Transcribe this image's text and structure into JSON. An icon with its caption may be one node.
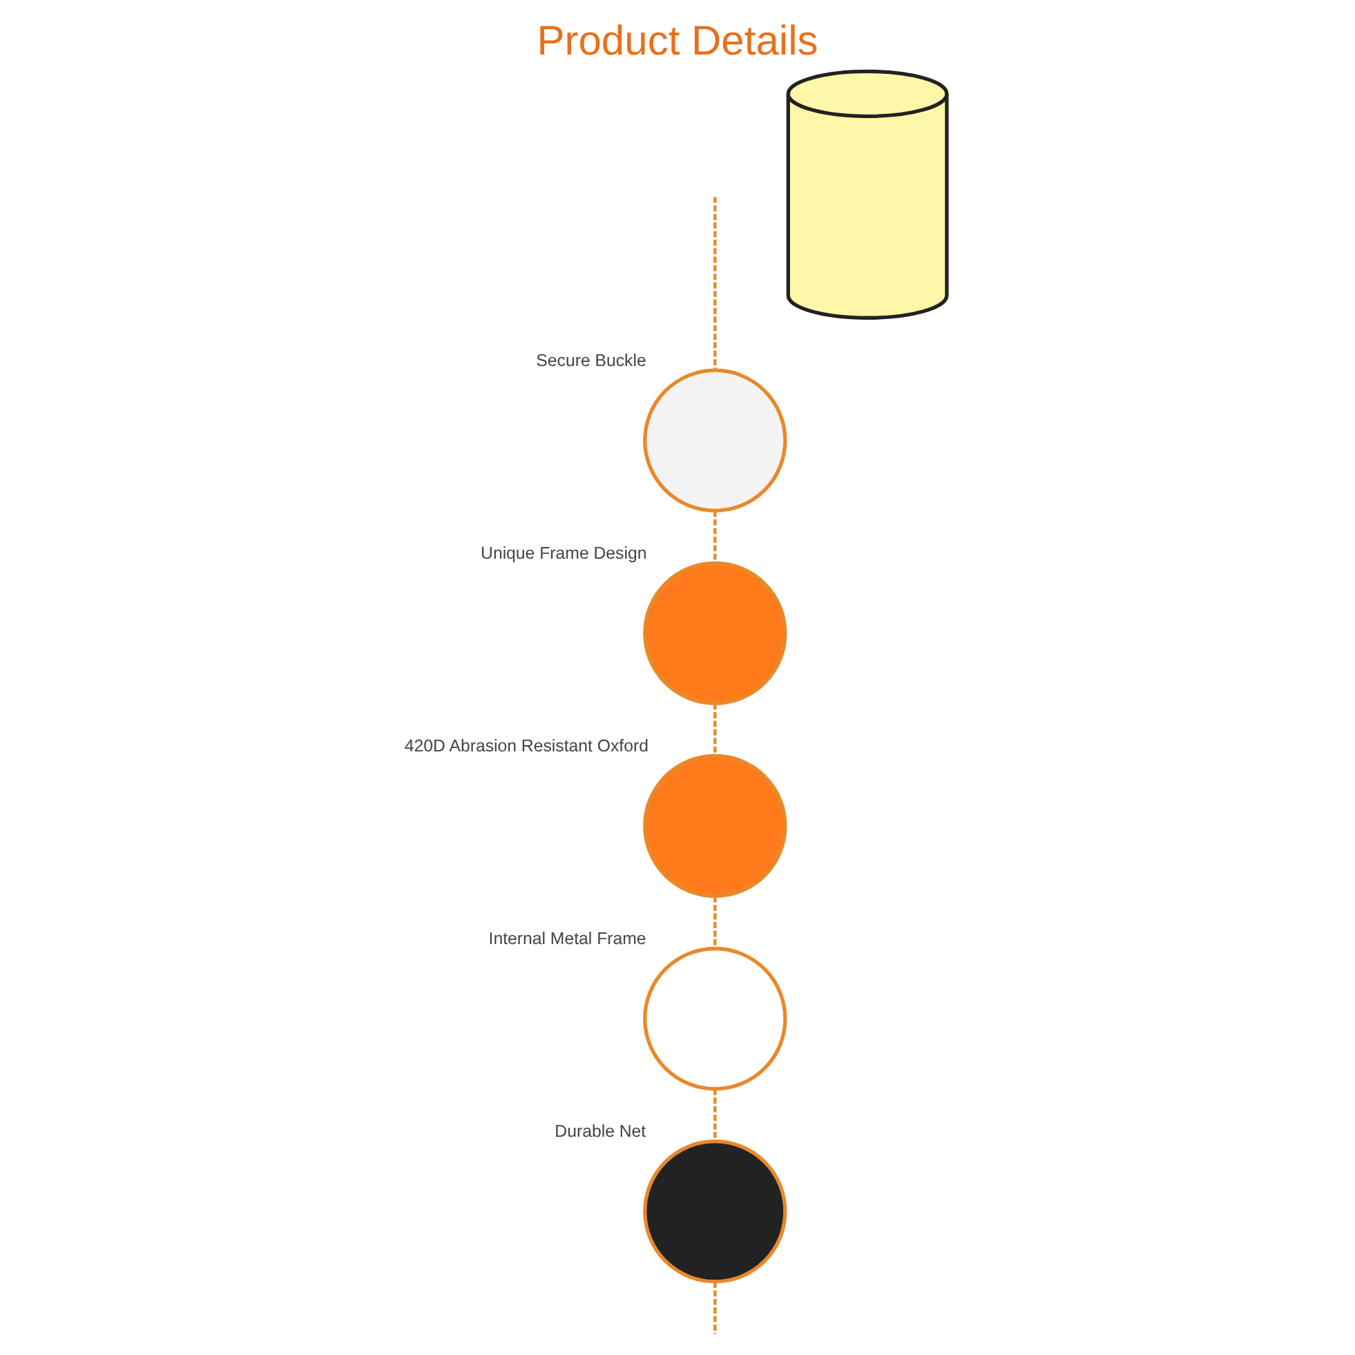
{
  "diagram": {
    "title": "Product Details",
    "nodes": [
      {
        "text": [],
        "shape": "circle",
        "beside": [
          "Secure Buckle"
        ]
      },
      {
        "text": [],
        "shape": "circle",
        "beside": [
          "Unique Frame Design"
        ]
      },
      {
        "text": [],
        "shape": "circle",
        "beside": [
          "420D Abrasion Resistant Oxford"
        ]
      },
      {
        "text": [],
        "shape": "circle",
        "beside": [
          "Internal Metal Frame"
        ]
      },
      {
        "text": [],
        "shape": "circle",
        "beside": [
          "Durable Net"
        ]
      },
      {
        "text": [],
        "shape": "cylinder"
      }
    ],
    "edges": [
      {
        "from": null,
        "to": 0,
        "arrow": "none",
        "style": "dashed"
      },
      {
        "from": 0,
        "to": 1,
        "arrow": "none",
        "style": "dashed"
      },
      {
        "from": 1,
        "to": 2,
        "arrow": "none",
        "style": "dashed"
      },
      {
        "from": 2,
        "to": 3,
        "arrow": "none",
        "style": "dashed"
      },
      {
        "from": 3,
        "to": 4,
        "arrow": "none",
        "style": "dashed"
      },
      {
        "from": 4,
        "to": null,
        "arrow": "none",
        "style": "dashed"
      }
    ]
  }
}
